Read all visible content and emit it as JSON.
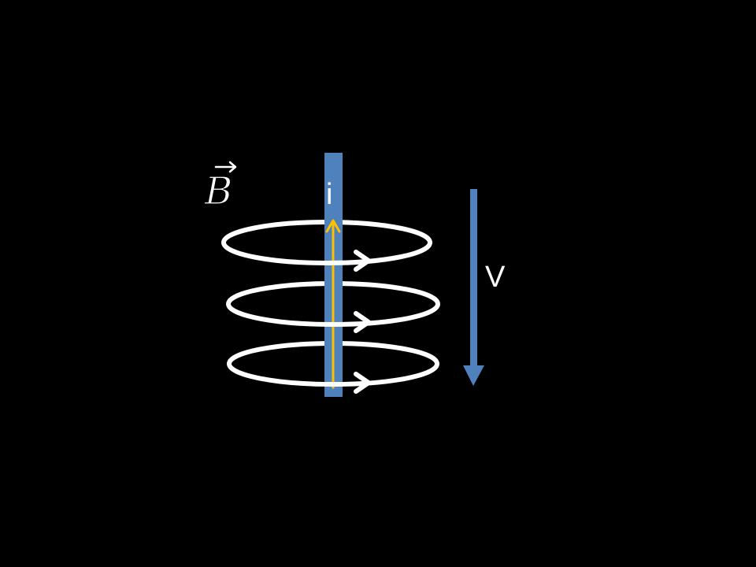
{
  "labels": {
    "magnetic_field": "B",
    "current": "i",
    "voltage": "V"
  },
  "colors": {
    "background": "#000000",
    "wire": "#4f81bd",
    "current_arrow": "#ffc000",
    "field_lines": "#ffffff",
    "voltage_arrow": "#4f81bd",
    "text": "#ffffff"
  }
}
